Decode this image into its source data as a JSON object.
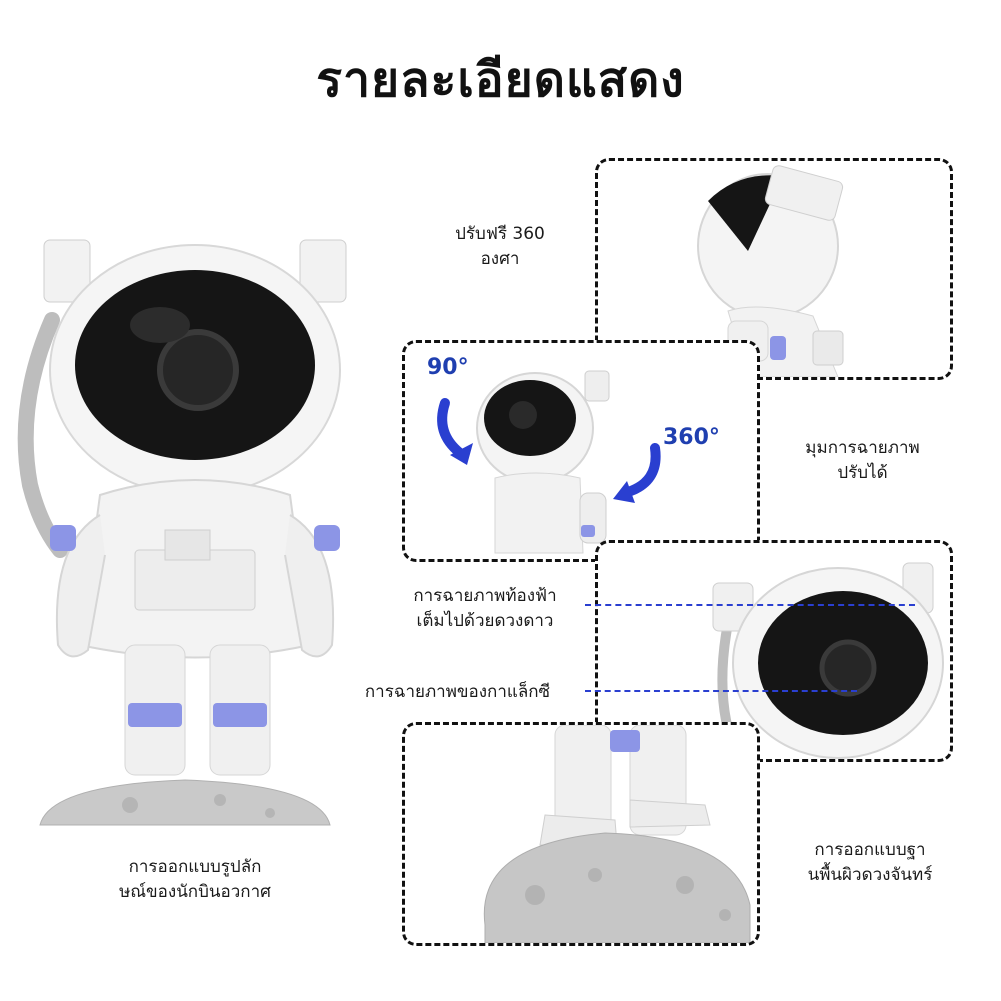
{
  "title": "รายละเอียดแสดง",
  "labels": {
    "rotate_line1": "ปรับฟรี 360",
    "rotate_line2": "องศา",
    "angle_label_line1": "มุมการฉายภาพ",
    "angle_label_line2": "ปรับได้",
    "sky_line1": "การฉายภาพท้องฟ้า",
    "sky_line2": "เต็มไปด้วยดวงดาว",
    "galaxy": "การฉายภาพของกาแล็กซี",
    "design_left_line1": "การออกแบบรูปลัก",
    "design_left_line2": "ษณ์ของนักบินอวกาศ",
    "design_base_line1": "การออกแบบฐา",
    "design_base_line2": "นพื้นผิวดวงจันทร์"
  },
  "angles": {
    "tilt": "90°",
    "spin": "360°"
  },
  "colors": {
    "accent_blue": "#2a3fd0",
    "lavender": "#8c95e6",
    "visor": "#141414"
  }
}
